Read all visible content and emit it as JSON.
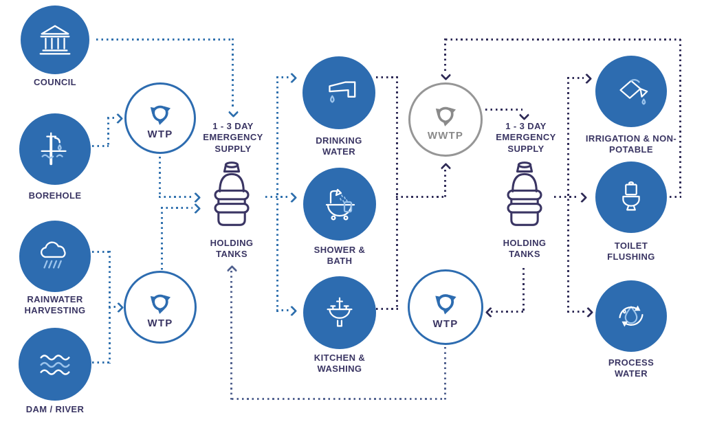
{
  "colors": {
    "circle_blue": "#2d6cb0",
    "line_blue": "#2e6fad",
    "line_navy": "#2e2a56",
    "line_steel": "#51618f",
    "wwtp_gray": "#969696",
    "wwtp_icon": "#8a8a8a",
    "text_navy": "#3a3563",
    "icon_light": "#9cc4ec",
    "icon_white": "#ffffff"
  },
  "nodes": {
    "council": {
      "label": "COUNCIL",
      "icon": "bank-building-icon"
    },
    "borehole": {
      "label": "BOREHOLE",
      "icon": "borehole-pump-icon"
    },
    "rainwater": {
      "label": "RAINWATER HARVESTING",
      "icon": "rain-cloud-icon"
    },
    "dam_river": {
      "label": "DAM / RIVER",
      "icon": "waves-icon"
    },
    "wtp1": {
      "label": "WTP",
      "icon": "recycle-icon"
    },
    "wtp2": {
      "label": "WTP",
      "icon": "recycle-icon"
    },
    "wtp3": {
      "label": "WTP",
      "icon": "recycle-icon"
    },
    "wwtp": {
      "label": "WWTP",
      "icon": "recycle-icon"
    },
    "emergency1": {
      "label": "1 - 3 DAY EMERGENCY SUPPLY"
    },
    "emergency2": {
      "label": "1 - 3 DAY EMERGENCY SUPPLY"
    },
    "tank1": {
      "label": "HOLDING TANKS",
      "icon": "water-bottle-icon"
    },
    "tank2": {
      "label": "HOLDING TANKS",
      "icon": "water-bottle-icon"
    },
    "drinking": {
      "label": "DRINKING WATER",
      "icon": "tap-icon"
    },
    "shower": {
      "label": "SHOWER & BATH",
      "icon": "bathtub-icon"
    },
    "kitchen": {
      "label": "KITCHEN & WASHING",
      "icon": "sink-icon"
    },
    "irrigation": {
      "label": "IRRIGATION & NON-POTABLE",
      "icon": "watering-can-icon"
    },
    "toilet": {
      "label": "TOILET FLUSHING",
      "icon": "toilet-icon"
    },
    "process": {
      "label": "PROCESS WATER",
      "icon": "water-cycle-icon"
    }
  },
  "flows": [
    {
      "from": "council",
      "to": "emergency1"
    },
    {
      "from": "borehole",
      "to": "wtp1"
    },
    {
      "from": "rainwater",
      "to": "wtp2"
    },
    {
      "from": "dam_river",
      "to": "wtp2"
    },
    {
      "from": "wtp1",
      "to": "tank1"
    },
    {
      "from": "wtp2",
      "to": "tank1"
    },
    {
      "from": "tank1",
      "to": "drinking"
    },
    {
      "from": "tank1",
      "to": "shower"
    },
    {
      "from": "tank1",
      "to": "kitchen"
    },
    {
      "from": "drinking",
      "to": "wwtp"
    },
    {
      "from": "kitchen",
      "to": "wwtp"
    },
    {
      "from": "toilet",
      "to": "wwtp"
    },
    {
      "from": "wwtp",
      "to": "emergency2"
    },
    {
      "from": "tank2",
      "to": "irrigation"
    },
    {
      "from": "tank2",
      "to": "toilet"
    },
    {
      "from": "tank2",
      "to": "process"
    },
    {
      "from": "tank2",
      "to": "wtp3"
    },
    {
      "from": "wtp3",
      "to": "tank1"
    }
  ]
}
